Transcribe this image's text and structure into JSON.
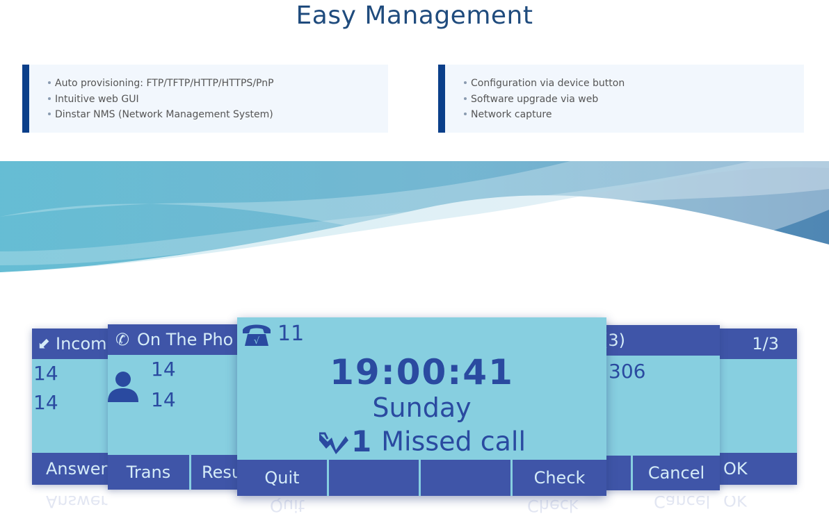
{
  "title": "Easy Management",
  "features_left": [
    "Auto provisioning: FTP/TFTP/HTTP/HTTPS/PnP",
    "Intuitive web GUI",
    "Dinstar NMS (Network Management System)"
  ],
  "features_right": [
    "Configuration via device button",
    "Software upgrade via web",
    "Network capture"
  ],
  "screens": {
    "incoming": {
      "title": "Incom",
      "line1": "14",
      "line2": "14",
      "softkey": "Answer"
    },
    "on_phone": {
      "title": "On The Pho",
      "line1": "14",
      "line2": "14",
      "softkeys": [
        "Trans",
        "Resu"
      ]
    },
    "main": {
      "account": "11",
      "time": "19:00:41",
      "day": "Sunday",
      "missed_count": "1",
      "missed_label": "Missed call",
      "softkeys": [
        "Quit",
        "",
        "",
        "Check"
      ]
    },
    "history": {
      "title": "(3)",
      "line1": "306",
      "softkeys": [
        "",
        "Cancel"
      ]
    },
    "menu": {
      "title": "1/3",
      "softkey": "OK"
    }
  },
  "colors": {
    "title": "#1f4b7d",
    "accent_bar": "#0b3f8a",
    "lcd_bg": "#87cfe0",
    "lcd_bar": "#3f55a8",
    "lcd_text": "#2a4aa0"
  }
}
